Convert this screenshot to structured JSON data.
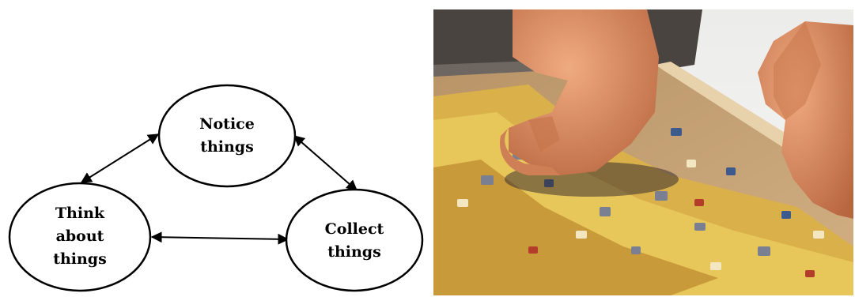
{
  "diagram": {
    "nodes": [
      {
        "id": "notice",
        "lines": [
          "Notice",
          "things"
        ]
      },
      {
        "id": "think",
        "lines": [
          "Think",
          "about",
          "things"
        ]
      },
      {
        "id": "collect",
        "lines": [
          "Collect",
          "things"
        ]
      }
    ],
    "edges": [
      {
        "from": "notice",
        "to": "think",
        "arrows": "both"
      },
      {
        "from": "notice",
        "to": "collect",
        "arrows": "both"
      },
      {
        "from": "think",
        "to": "collect",
        "arrows": "both"
      }
    ]
  },
  "photo": {
    "subject": "hands assembling a jigsaw puzzle on a wooden board",
    "colors": {
      "board": "#c9a777",
      "shadow": "#3a3030",
      "skin": "#d98a63",
      "puzzle_yellow": "#e8c24a",
      "background": "#f1f1ef"
    }
  }
}
